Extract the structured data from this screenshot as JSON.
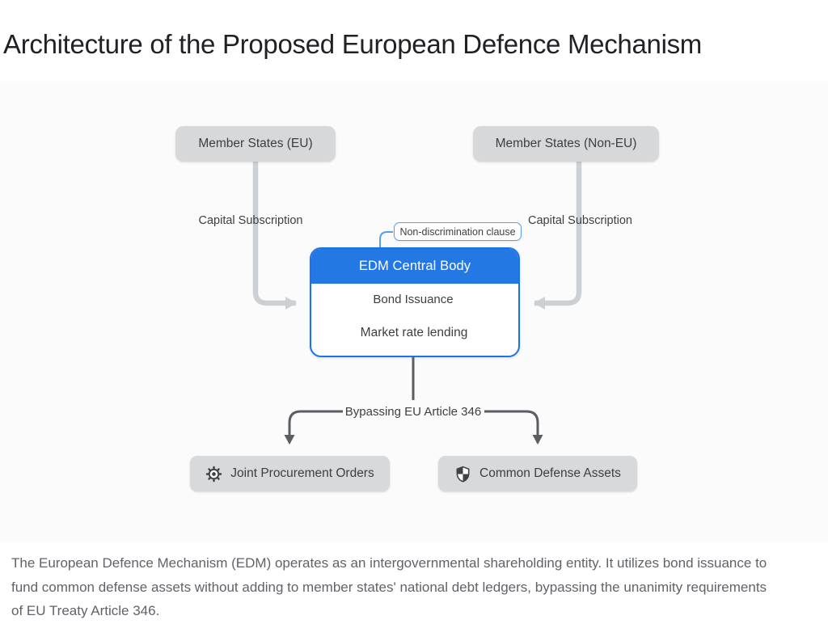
{
  "title": "Architecture of the Proposed European Defence Mechanism",
  "diagram": {
    "top_boxes": [
      {
        "label": "Member States (EU)"
      },
      {
        "label": "Member States (Non-EU)"
      }
    ],
    "edge_labels": {
      "left": "Capital Subscription",
      "right": "Capital Subscription",
      "bottom": "Bypassing EU Article 346"
    },
    "callout": "Non-discrimination clause",
    "central": {
      "header": "EDM Central Body",
      "cycle_top": "Bond Issuance",
      "cycle_bottom": "Market rate lending"
    },
    "bottom_boxes": [
      {
        "icon": "gear-icon",
        "label": "Joint Procurement Orders"
      },
      {
        "icon": "shield-icon",
        "label": "Common Defense Assets"
      }
    ],
    "colors": {
      "accent_blue": "#1a73e8",
      "header_blue": "#2478e4",
      "callout_border_blue": "#5b9bf0",
      "node_gray": "#d6d8da",
      "connector_light_gray": "#ccd0d3",
      "connector_dark_gray": "#5a5e63",
      "text_dark": "#3c4043",
      "caption_gray": "#5f6368"
    }
  },
  "caption": "The European Defence Mechanism (EDM) operates as an intergovernmental shareholding entity. It utilizes bond issuance to fund common defense assets without adding to member states' national debt ledgers, bypassing the unanimity requirements of EU Treaty Article 346."
}
